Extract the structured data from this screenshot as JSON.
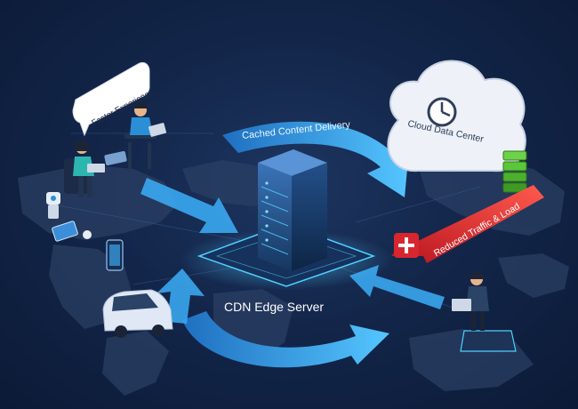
{
  "labels": {
    "cdn_server": "CDN Edge Server",
    "cloud": "Cloud Data Center",
    "cached_delivery": "Cached Content Delivery",
    "reduced_traffic": "Reduced Traffic & Load",
    "faster_experience": "Faster Experience"
  },
  "colors": {
    "background": "#13264a",
    "flow_arrow": "#3aa6ee",
    "server_glow": "#4fd0ff",
    "red_arrow": "#d8262f",
    "cloud_fill": "#eef2f8",
    "stack_green": "#5cc53a"
  },
  "icons": [
    "server-icon",
    "cloud-icon",
    "clock-icon",
    "laptop-user-icon",
    "car-icon",
    "smartphone-icon",
    "tablet-icon",
    "robot-icon",
    "plus-icon",
    "server-stack-icon"
  ]
}
